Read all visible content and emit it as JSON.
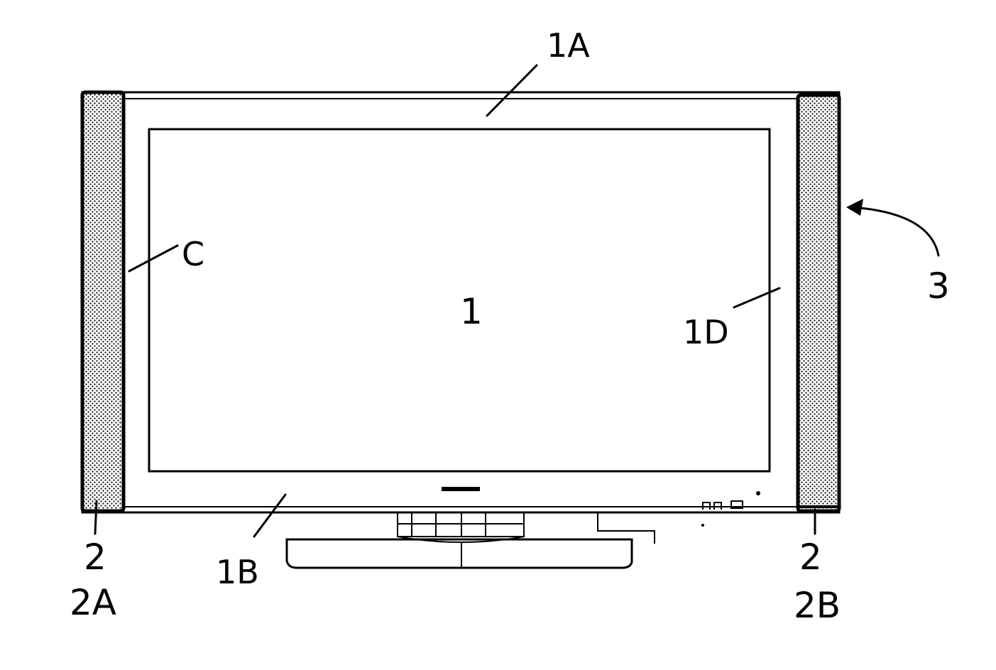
{
  "labels": {
    "screen": "1",
    "top_bezel": "1A",
    "bottom_bezel": "1B",
    "side_bezel": "1D",
    "connection": "C",
    "assembly": "3",
    "left_speaker_num": "2",
    "left_speaker_sub": "2A",
    "right_speaker_num": "2",
    "right_speaker_sub": "2B"
  },
  "colors": {
    "line": "#000000",
    "speaker_fill": "#d9d9d9",
    "background": "#ffffff"
  }
}
